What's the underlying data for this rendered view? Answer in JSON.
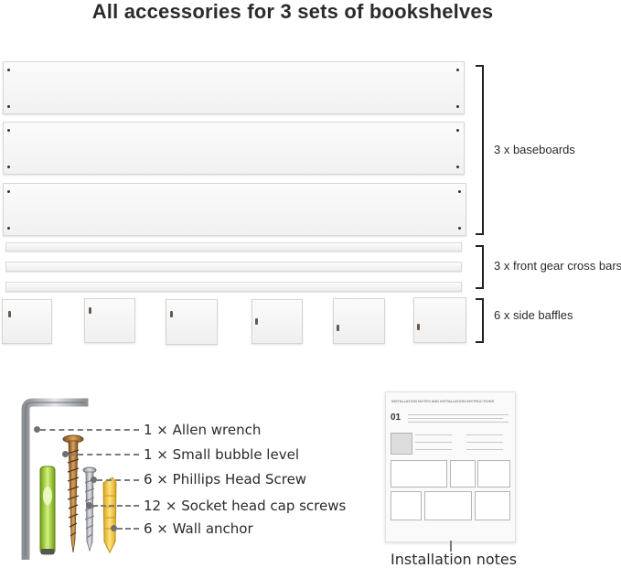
{
  "title": "All accessories for 3 sets of bookshelves",
  "groups": {
    "baseboards": "3 x baseboards",
    "cross_bars": "3 x front gear cross bars",
    "side_baffles": "6 x side baffles"
  },
  "accessories": [
    {
      "label": "1 × Allen wrench"
    },
    {
      "label": "1 × Small bubble level"
    },
    {
      "label": "6 × Phillips Head Screw"
    },
    {
      "label": "12 × Socket head cap screws"
    },
    {
      "label": "6 × Wall anchor"
    }
  ],
  "notes": {
    "label": "Installation notes",
    "sheet_heading": "INSTALLATION NOTES AND INSTALLATION INSTRUCTIONS",
    "step_number": "01"
  },
  "colors": {
    "board": "#f5f5f5",
    "level_liquid": "#b6e04a",
    "anchor": "#f2c84b",
    "screw_gold": "#b07a3a",
    "steel": "#b9bcc0"
  }
}
